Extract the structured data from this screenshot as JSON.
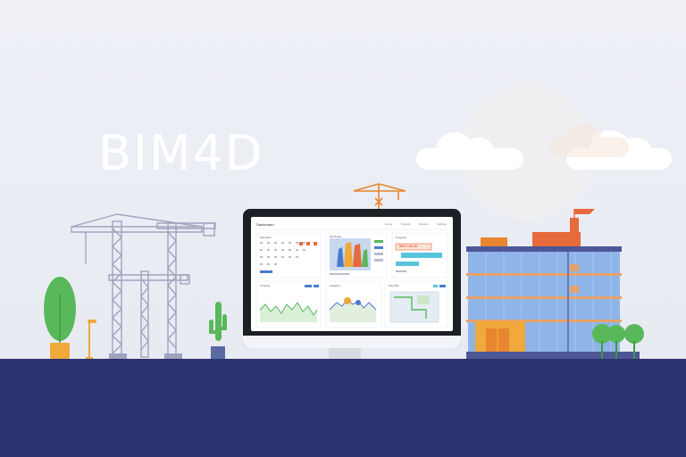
{
  "brand": {
    "title": "BIM4D"
  },
  "dashboard": {
    "app_title": "Dashboard",
    "nav": [
      "Home",
      "Projects",
      "Reports",
      "Settings"
    ],
    "calendar_title": "Schedule",
    "model_title": "3D Model",
    "progress_title": "Progress",
    "progress_value_label": "NEW 1-2D-4D",
    "bottom_left_title": "Timeline",
    "bottom_mid_title": "Analytics",
    "bottom_right_title": "Site Plan"
  },
  "colors": {
    "ground": "#2d3270",
    "monitor": "#1d1f27",
    "crane": "#9fa4bf",
    "building_glass": "#8fb4e8",
    "roof_accent": "#e76a3c",
    "plant": "#58b85a",
    "pot": "#f0a93a"
  },
  "icons": [
    "crane-icon",
    "building-icon",
    "plant-icon",
    "monitor-icon",
    "sun-icon",
    "cloud-icon",
    "lamp-icon"
  ]
}
